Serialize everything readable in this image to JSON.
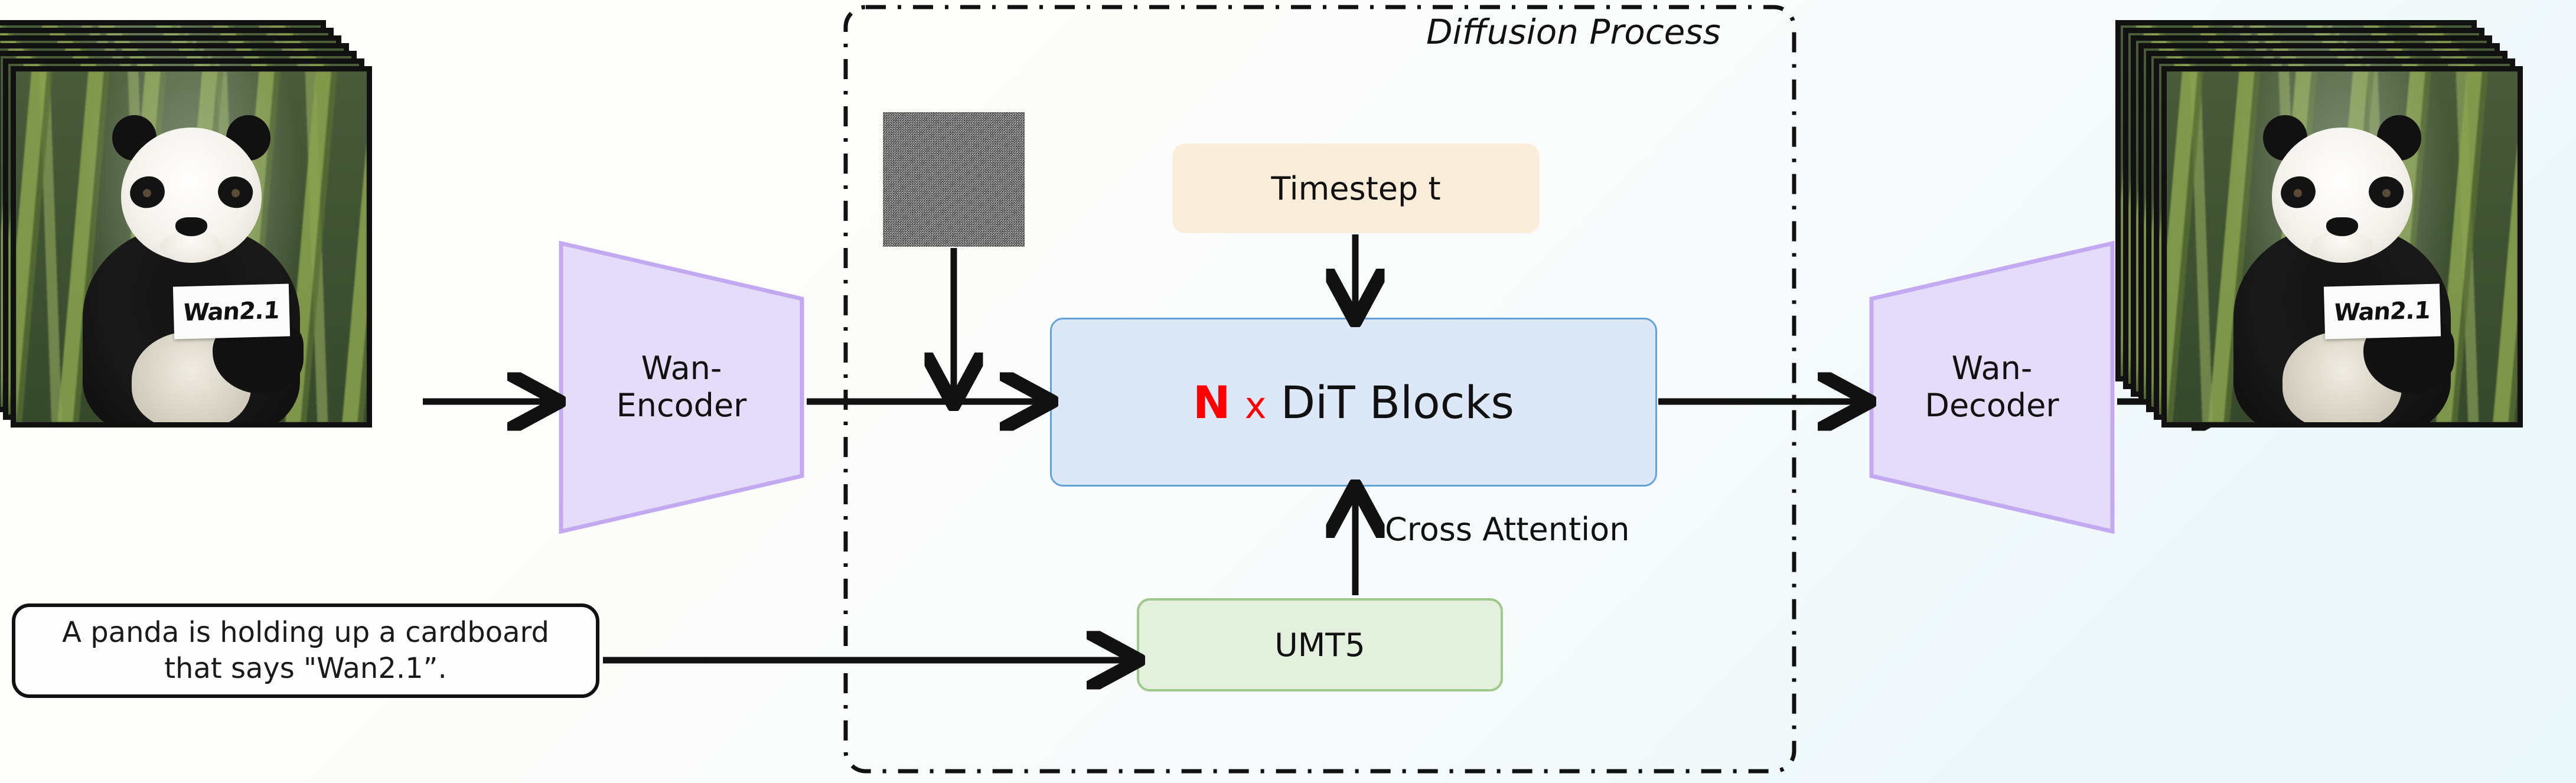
{
  "diagram": {
    "title": "Wan2.1 text-to-video diffusion pipeline",
    "background_gradient": [
      "#fdfdfa",
      "#eaf7fb"
    ]
  },
  "container": {
    "label": "Diffusion Process",
    "border_style": "dash-dot",
    "border_color": "#111111"
  },
  "input": {
    "stack_name": "input-video-frames",
    "frame_count": 7,
    "sign_text": "Wan2.1",
    "scene": "panda holding cardboard sign in bamboo forest"
  },
  "output": {
    "stack_name": "output-video-frames",
    "frame_count": 7,
    "sign_text": "Wan2.1",
    "scene": "panda holding cardboard sign in bamboo forest"
  },
  "prompt": {
    "text": "A panda is holding up a cardboard that says \"Wan2.1”."
  },
  "encoder": {
    "line1": "Wan-",
    "line2": "Encoder",
    "fill": "#e5dcfa",
    "stroke": "#c3a9ef"
  },
  "decoder": {
    "line1": "Wan-",
    "line2": "Decoder",
    "fill": "#e5dcfa",
    "stroke": "#c3a9ef"
  },
  "noise": {
    "label": "gaussian-noise-latent"
  },
  "timestep": {
    "label": "Timestep t",
    "fill": "#faeeda"
  },
  "dit": {
    "repeat_symbol": "N",
    "multiply_symbol": "x",
    "label": "DiT Blocks",
    "repeat_color": "#ff0000",
    "fill": "#dce8f8",
    "stroke": "#63a2d8"
  },
  "text_encoder": {
    "label": "UMT5",
    "fill": "#e4f0de",
    "stroke": "#9ec98c"
  },
  "edges": {
    "cross_attention": "Cross Attention"
  }
}
